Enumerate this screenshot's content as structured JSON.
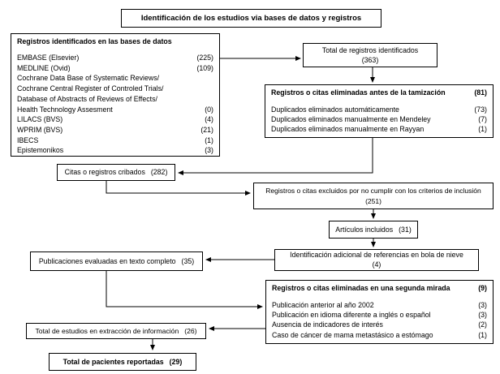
{
  "title": "Identificación de los estudios via bases de datos y registros",
  "databases": {
    "header": "Registros identificados en las bases de datos",
    "header_count": "",
    "items": [
      {
        "label": "EMBASE (Elsevier)",
        "count": "(225)"
      },
      {
        "label": "MEDLINE (Ovid)",
        "count": "(109)"
      },
      {
        "label": "Cochrane Data Base of Systematic Reviews/",
        "count": ""
      },
      {
        "label": "Cochrane Central Register of Controled Trials/",
        "count": ""
      },
      {
        "label": "Database of Abstracts of Reviews of Effects/",
        "count": ""
      },
      {
        "label": "Health Technology Assesment",
        "count": "(0)"
      },
      {
        "label": "LILACS (BVS)",
        "count": "(4)"
      },
      {
        "label": "WPRIM (BVS)",
        "count": "(21)"
      },
      {
        "label": "IBECS",
        "count": "(1)"
      },
      {
        "label": "Epistemonikos",
        "count": "(3)"
      }
    ]
  },
  "total_identified": {
    "label": "Total de registros identificados",
    "count": "(363)"
  },
  "removed_before_screening": {
    "header": "Registros o citas eliminadas antes de la tamización",
    "header_count": "(81)",
    "items": [
      {
        "label": "Duplicados eliminados automáticamente",
        "count": "(73)"
      },
      {
        "label": "Duplicados eliminados manualmente en Mendeley",
        "count": "(7)"
      },
      {
        "label": "Duplicados eliminados manualmente en Rayyan",
        "count": "(1)"
      }
    ]
  },
  "screened": {
    "label": "Citas o registros cribados",
    "count": "(282)"
  },
  "excluded": {
    "label": "Registros o citas excluidos por no cumplir con los criterios de inclusión",
    "count": "(251)"
  },
  "included_articles": {
    "label": "Artículos incluidos",
    "count": "(31)"
  },
  "snowball": {
    "label": "Identificación adicional de referencias en bola de nieve",
    "count": "(4)"
  },
  "fulltext": {
    "label": "Publicaciones evaluadas en texto completo",
    "count": "(35)"
  },
  "second_look": {
    "header": "Registros o citas eliminadas en una segunda mirada",
    "header_count": "(9)",
    "items": [
      {
        "label": "Publicación anterior al año 2002",
        "count": "(3)"
      },
      {
        "label": "Publicación en idioma diferente a inglés o español",
        "count": "(3)"
      },
      {
        "label": "Ausencia de indicadores de interés",
        "count": "(2)"
      },
      {
        "label": "Caso de cáncer de mama metastásico a estómago",
        "count": "(1)"
      }
    ]
  },
  "extraction": {
    "label": "Total de estudios en extracción de información",
    "count": "(26)"
  },
  "patients": {
    "label": "Total de pacientes reportadas",
    "count": "(29)"
  },
  "colors": {
    "line": "#000000",
    "border": "#000000",
    "background": "#ffffff",
    "text": "#000000"
  }
}
